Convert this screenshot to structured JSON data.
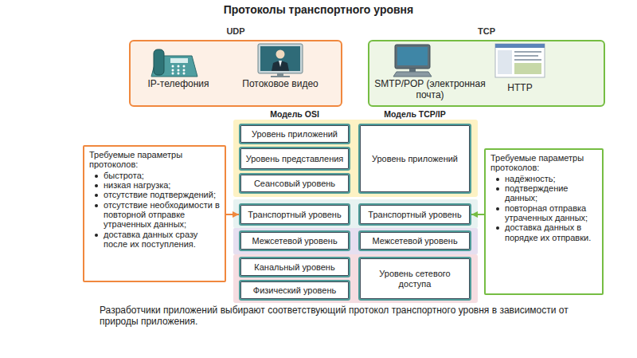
{
  "diagram": {
    "title": "Протоколы транспортного уровня",
    "caption": "Разработчики приложений выбирают соответствующий протокол транспортного уровня в зависимости от природы приложения.",
    "nodes": [
      {
        "text": [
          "UDP"
        ]
      },
      {
        "text": [
          "TCP"
        ]
      },
      {
        "text": [
          "Требуемые параметры протоколов:",
          "быстрота;",
          "низкая нагрузка;",
          "отсутствие подтверждений;",
          "отсутствие необходимости в повторной отправке утраченных данных;",
          "доставка данных сразу после их поступления."
        ]
      },
      {
        "text": [
          "Уровень приложений"
        ]
      },
      {
        "text": [
          "Уровень представления"
        ]
      },
      {
        "text": [
          "Сеансовый уровень"
        ]
      },
      {
        "text": [
          "Транспортный уровень"
        ]
      },
      {
        "text": [
          "Межсетевой уровень"
        ]
      },
      {
        "text": [
          "Канальный уровень"
        ]
      },
      {
        "text": [
          "Физический уровень"
        ]
      },
      {
        "text": [
          "Уровень приложений"
        ]
      },
      {
        "text": [
          "Транспортный уровень"
        ]
      },
      {
        "text": [
          "Межсетевой уровень"
        ]
      },
      {
        "text": [
          "Уровень сетевого доступа"
        ]
      },
      {
        "text": [
          "Требуемые параметры протоколов:",
          "надёжность;",
          "подтверждение данных;",
          "повторная отправка утраченных данных;",
          "доставка данных в порядке их отправки."
        ]
      }
    ],
    "edges": [
      {
        "from": 2,
        "to": 6,
        "arrow": "to"
      },
      {
        "from": 14,
        "to": 11,
        "arrow": "to"
      }
    ],
    "labels": [
      "IP-телефония",
      "Потоковое видео",
      "SMTP/POP (электронная почта)",
      "HTTP",
      "Модель OSI",
      "Модель TCP/IP"
    ]
  }
}
